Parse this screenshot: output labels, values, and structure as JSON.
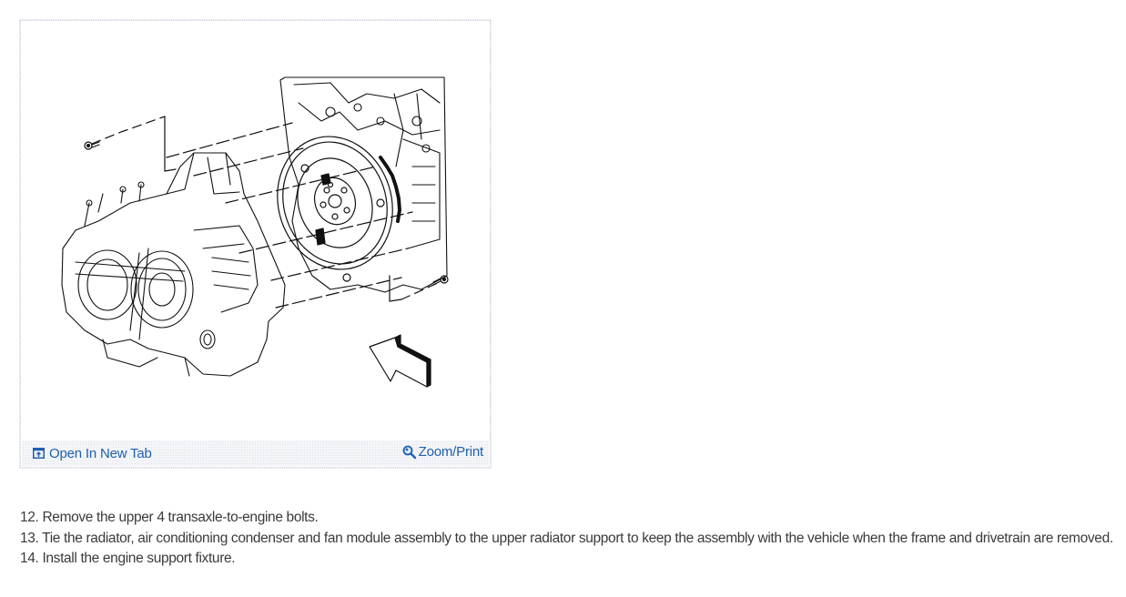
{
  "figure": {
    "alt": "Transaxle-to-engine mounting diagram with dashed bolt alignment lines and view arrow",
    "toolbar": {
      "open_new_tab_label": "Open In New Tab",
      "open_new_tab_icon": "open-new-tab-icon",
      "zoom_print_label": "Zoom/Print",
      "zoom_print_icon": "magnifier-icon"
    }
  },
  "steps": [
    {
      "number": "12.",
      "text": "12. Remove the upper 4 transaxle-to-engine bolts."
    },
    {
      "number": "13.",
      "text": "13. Tie the radiator, air conditioning condenser and fan module assembly to the upper radiator support to keep the assembly with the vehicle when the frame and drivetrain are removed."
    },
    {
      "number": "14.",
      "text": "14. Install the engine support fixture."
    }
  ],
  "colors": {
    "link": "#1f5fae",
    "body_text": "#3a3a3a",
    "frame_border": "#c9c9d8",
    "toolbar_bg": "#f4f5f8"
  }
}
